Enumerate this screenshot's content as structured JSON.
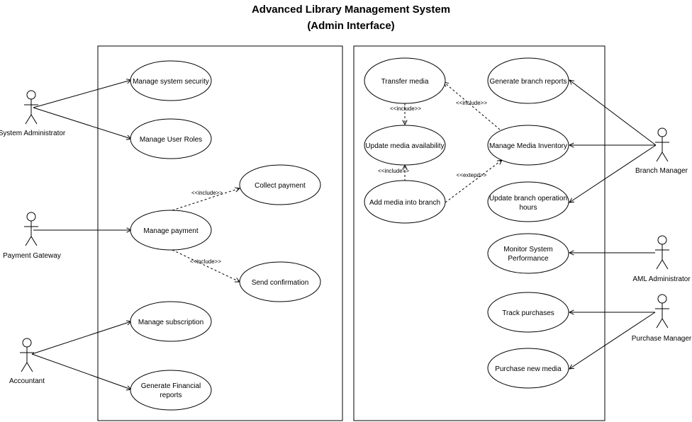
{
  "diagram": {
    "title_line1": "Advanced Library Management System",
    "title_line2": "(Admin Interface)"
  },
  "actors": {
    "system_admin": "System Administrator",
    "payment_gateway": "Payment Gateway",
    "accountant": "Accountant",
    "branch_manager": "Branch Manager",
    "aml_admin": "AML Administrator",
    "purchase_manager": "Purchase Manager"
  },
  "use_cases": {
    "manage_system_security": "Manage system security",
    "manage_user_roles": "Manage User Roles",
    "collect_payment": "Collect payment",
    "manage_payment": "Manage payment",
    "send_confirmation": "Send confirmation",
    "manage_subscription": "Manage subscription",
    "generate_financial_reports_l1": "Generate Financial",
    "generate_financial_reports_l2": "reports",
    "transfer_media": "Transfer media",
    "generate_branch_reports": "Generate branch reports",
    "update_media_availability": "Update media availability",
    "manage_media_inventory": "Manage Media Inventory",
    "add_media_into_branch": "Add media into branch",
    "update_branch_hours_l1": "Update branch operation",
    "update_branch_hours_l2": "hours",
    "monitor_performance_l1": "Monitor System",
    "monitor_performance_l2": "Performance",
    "track_purchases": "Track purchases",
    "purchase_new_media": "Purchase new media"
  },
  "relations": {
    "include": "<<include>>",
    "extend": "<<extepd>>"
  }
}
